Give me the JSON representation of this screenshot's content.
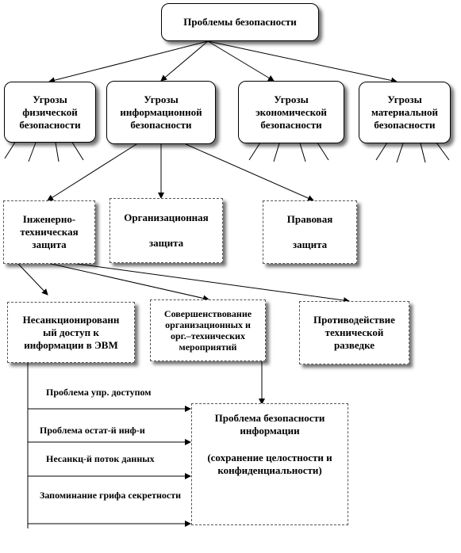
{
  "root": {
    "label": "Проблемы безопасности"
  },
  "threats": [
    {
      "label": "Угрозы\nфизической\nбезопасности"
    },
    {
      "label": "Угрозы\nинформационной\nбезопасности"
    },
    {
      "label": "Угрозы\nэкономической\nбезопасности"
    },
    {
      "label": "Угрозы\nматериальной\nбезопасности"
    }
  ],
  "protection": [
    {
      "label": "Інженерно-\nтехническая\nзащита"
    },
    {
      "label": "Организационная\n\nзащита"
    },
    {
      "label": "Правовая\n\nзащита"
    }
  ],
  "measures": [
    {
      "label": "Несанкционированн\nый доступ к\nинформации в ЭВМ"
    },
    {
      "label": "Совершенствование\nорганизационных и\nорг.–технических\nмероприятий"
    },
    {
      "label": "Противодействие\nтехнической\nразведке"
    }
  ],
  "problem_labels": [
    "Проблема упр. доступом",
    "Проблема остат-й инф-и",
    "Несанкц-й поток данных",
    "Запоминание грифа\nсекретности"
  ],
  "result": {
    "title": "Проблема безопасности\nинформации",
    "subtitle": "(сохранение целостности и\nконфиденциальности)"
  }
}
